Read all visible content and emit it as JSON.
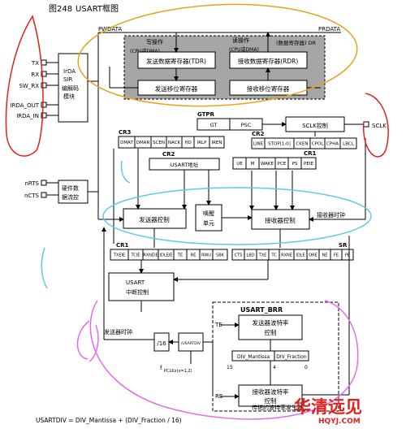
{
  "figure": {
    "number": "图248",
    "title": "USART框图"
  },
  "signals": {
    "pwdata": "PWDATA",
    "prdata": "PRDATA",
    "tx": "TX",
    "rx": "RX",
    "sw_rx": "SW_RX",
    "irda_out": "IRDA_OUT",
    "irda_in": "IRDA_IN",
    "nrts": "nRTS",
    "ncts": "nCTS",
    "sclk": "SCLK",
    "pclk": "f",
    "pclk_sub": "PCLKx(x=1,2)",
    "te": "TE",
    "re": "RE"
  },
  "data_regs": {
    "write_op": "写操作",
    "read_op": "读操作",
    "dr_label": "(数据寄存器) DR",
    "cpu_dma_w": "(CPU或DMA)",
    "cpu_dma_r": "(CPU或DMA)",
    "tdr": "发送数据寄存器(TDR)",
    "rdr": "接收数据寄存器(RDR)",
    "tx_shift": "发送移位寄存器",
    "rx_shift": "接收移位寄存器"
  },
  "irda": {
    "l1": "IrDA",
    "l2": "SIR",
    "l3": "编解码",
    "l4": "模块"
  },
  "hw_flow": {
    "l1": "硬件数",
    "l2": "据流控"
  },
  "gtpr": {
    "title": "GTPR",
    "gt": "GT",
    "psc": "PSC"
  },
  "sclk_ctrl": "SCLK控制",
  "cr3": {
    "title": "CR3",
    "bits": [
      "DMAT",
      "DMAR",
      "SCEN",
      "NACK",
      "HD",
      "IRLP",
      "IREN"
    ]
  },
  "cr2_top": {
    "title": "CR2",
    "bits": [
      "LINE",
      "STOP[1:0]",
      "CKEN",
      "CPOL",
      "CPHA",
      "LBCL"
    ]
  },
  "cr2_addr": {
    "title": "CR2",
    "label": "USART地址"
  },
  "cr1_top": {
    "title": "CR1",
    "bits": [
      "UE",
      "M",
      "WAKE",
      "PCE",
      "PS",
      "PEIE"
    ]
  },
  "wake": {
    "l1": "唤醒",
    "l2": "单元"
  },
  "tx_ctrl": "发送器控制",
  "rx_ctrl": "接收器控制",
  "rx_clock": "接收器时钟",
  "cr1_bottom": {
    "title": "CR1",
    "bits": [
      "TXEIE",
      "TCIE",
      "RXNEIE",
      "IDLEIE",
      "TE",
      "RE",
      "RWU",
      "SBK"
    ]
  },
  "sr": {
    "title": "SR",
    "bits": [
      "CTS",
      "LBD",
      "TXE",
      "TC",
      "RXNE",
      "IDLE",
      "ORE",
      "NE",
      "FE",
      "PE"
    ]
  },
  "int_ctrl": {
    "l1": "USART",
    "l2": "中断控制"
  },
  "tx_clock": "发送器时钟",
  "div16": "/16",
  "usartdiv_box": "/USARTDIV",
  "brr": {
    "title": "USART_BRR",
    "tx_rate_1": "发送器波特率",
    "tx_rate_2": "控制",
    "div_mantissa": "DIV_Mantissa",
    "div_fraction": "DIV_Fraction",
    "n15": "15",
    "n4": "4",
    "n0": "0",
    "rx_rate_1": "接收器波特率",
    "rx_rate_2": "控制",
    "caption": "传统的波特率发生器"
  },
  "formula": "USARTDIV = DIV_Mantissa + (DIV_Fraction / 16)",
  "watermark": {
    "cn": "华清远见",
    "url": "HQYJ.COM"
  },
  "colors": {
    "shade": "#9b9b9b",
    "orange": "#e8a317",
    "red": "#e0201b",
    "cyan": "#5ec9ea",
    "pink": "#e46be9",
    "watermark": "#e2211c"
  }
}
